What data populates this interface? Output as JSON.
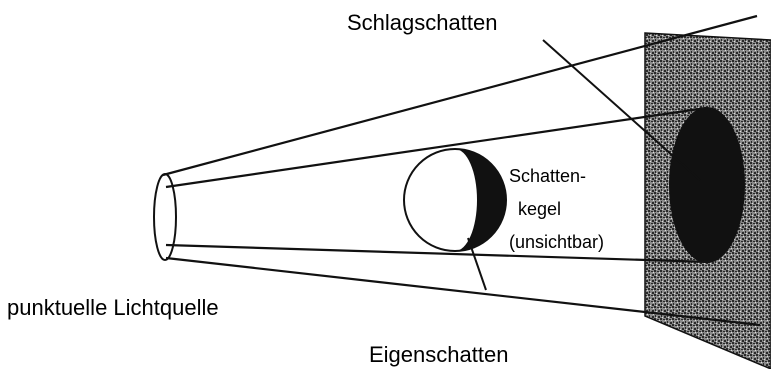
{
  "labels": {
    "cast_shadow": "Schlagschatten",
    "shadow_cone_line1": "Schatten-",
    "shadow_cone_line2": "kegel",
    "shadow_cone_line3": "(unsichtbar)",
    "point_light_source": "punktuelle Lichtquelle",
    "self_shadow": "Eigenschatten"
  },
  "colors": {
    "ink": "#111111",
    "screen_texture_dark": "#2a2a2a",
    "screen_texture_light": "#8a8a8a",
    "shadow_fill": "#111111",
    "sphere_fill": "#ffffff"
  }
}
